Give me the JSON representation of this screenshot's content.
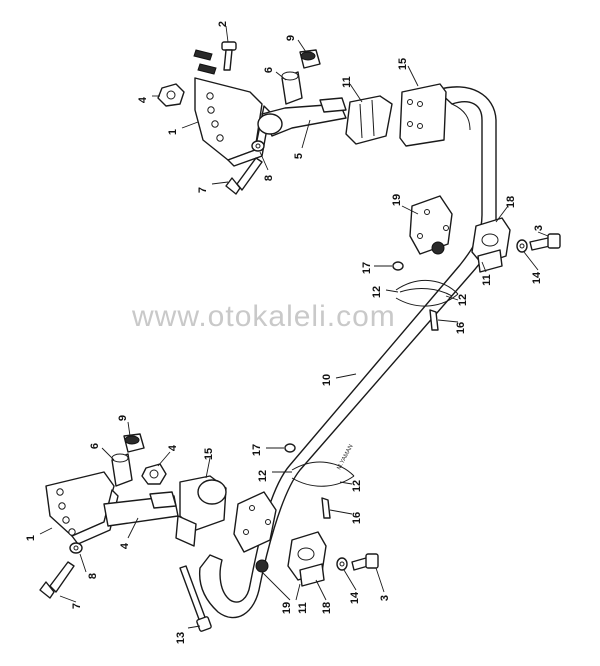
{
  "watermark": "www.otokaleli.com",
  "tube_marking": "M.YAMAN",
  "callouts": [
    {
      "id": "c2a",
      "text": "2"
    },
    {
      "id": "c9a",
      "text": "9"
    },
    {
      "id": "c6a",
      "text": "6"
    },
    {
      "id": "c4a",
      "text": "4"
    },
    {
      "id": "c1a",
      "text": "1"
    },
    {
      "id": "c11a",
      "text": "11"
    },
    {
      "id": "c15a",
      "text": "15"
    },
    {
      "id": "c5a",
      "text": "5"
    },
    {
      "id": "c8a",
      "text": "8"
    },
    {
      "id": "c7a",
      "text": "7"
    },
    {
      "id": "c19a",
      "text": "19"
    },
    {
      "id": "c18a",
      "text": "18"
    },
    {
      "id": "c3a",
      "text": "3"
    },
    {
      "id": "c17a",
      "text": "17"
    },
    {
      "id": "c12a",
      "text": "12"
    },
    {
      "id": "c12b",
      "text": "12"
    },
    {
      "id": "c11b",
      "text": "11"
    },
    {
      "id": "c14a",
      "text": "14"
    },
    {
      "id": "c16a",
      "text": "16"
    },
    {
      "id": "c10a",
      "text": "10"
    },
    {
      "id": "c9b",
      "text": "9"
    },
    {
      "id": "c6b",
      "text": "6"
    },
    {
      "id": "c4b",
      "text": "4"
    },
    {
      "id": "c15b",
      "text": "15"
    },
    {
      "id": "c17b",
      "text": "17"
    },
    {
      "id": "c12c",
      "text": "12"
    },
    {
      "id": "c12d",
      "text": "12"
    },
    {
      "id": "c16b",
      "text": "16"
    },
    {
      "id": "c1b",
      "text": "1"
    },
    {
      "id": "c4c",
      "text": "4"
    },
    {
      "id": "c8b",
      "text": "8"
    },
    {
      "id": "c7b",
      "text": "7"
    },
    {
      "id": "c13a",
      "text": "13"
    },
    {
      "id": "c19b",
      "text": "19"
    },
    {
      "id": "c11c",
      "text": "11"
    },
    {
      "id": "c18b",
      "text": "18"
    },
    {
      "id": "c14b",
      "text": "14"
    },
    {
      "id": "c3b",
      "text": "3"
    }
  ]
}
